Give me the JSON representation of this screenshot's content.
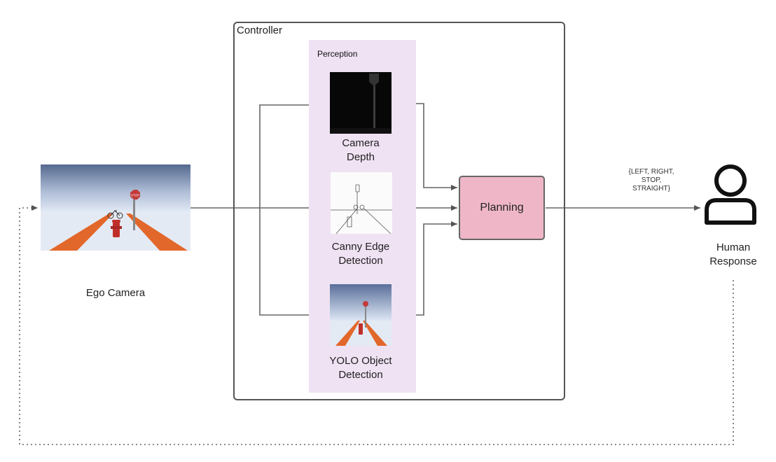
{
  "controller": {
    "label": "Controller"
  },
  "perception": {
    "label": "Perception"
  },
  "nodes": {
    "ego_camera": "Ego Camera",
    "camera_depth": [
      "Camera",
      "Depth"
    ],
    "canny": [
      "Canny Edge",
      "Detection"
    ],
    "yolo": [
      "YOLO Object",
      "Detection"
    ],
    "planning": "Planning",
    "human": [
      "Human",
      "Response"
    ]
  },
  "commands": [
    "{LEFT, RIGHT,",
    "STOP,",
    "STRAIGHT}"
  ],
  "sign_text": "STOP",
  "colors": {
    "perception_bg": "#efe2f3",
    "planning_bg": "#efb6c8",
    "road_stripe": "#e2672a",
    "hydrant": "#c0302a",
    "sky_top": "#5a6f9a",
    "sky_bottom": "#dce6f4",
    "ground": "#e4eaf4"
  }
}
